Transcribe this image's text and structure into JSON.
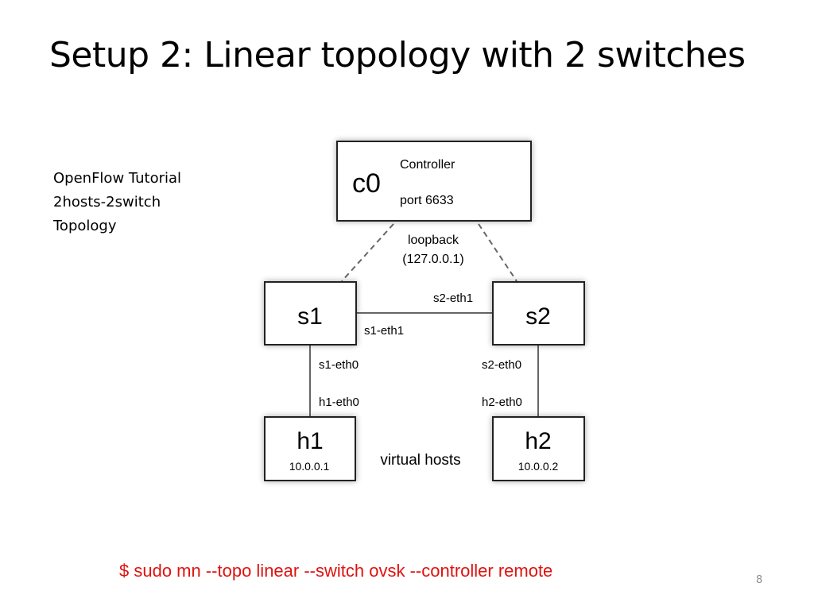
{
  "slide": {
    "title": "Setup 2: Linear topology with 2 switches",
    "caption_lines": [
      "OpenFlow Tutorial",
      "2hosts-2switch",
      "Topology"
    ],
    "command": "$ sudo mn --topo linear --switch ovsk --controller remote",
    "page_number": "8"
  },
  "diagram": {
    "controller": {
      "name": "c0",
      "label": "Controller",
      "port": "port 6633"
    },
    "loopback": {
      "label": "loopback",
      "address": "(127.0.0.1)"
    },
    "switches": [
      {
        "name": "s1",
        "link_port": "s1-eth1",
        "host_port": "s1-eth0"
      },
      {
        "name": "s2",
        "link_port": "s2-eth1",
        "host_port": "s2-eth0"
      }
    ],
    "hosts": [
      {
        "name": "h1",
        "ip": "10.0.0.1",
        "port": "h1-eth0"
      },
      {
        "name": "h2",
        "ip": "10.0.0.2",
        "port": "h2-eth0"
      }
    ],
    "virtual_hosts_label": "virtual hosts"
  }
}
